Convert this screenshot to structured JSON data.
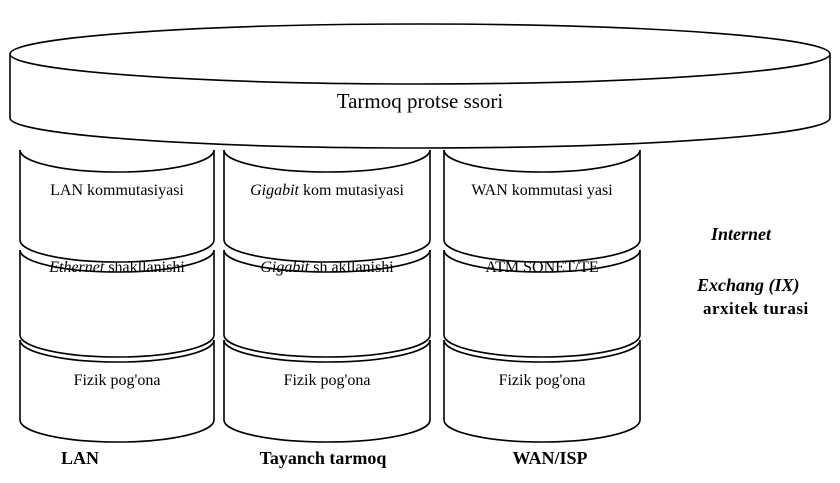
{
  "processor": {
    "label": "Tarmoq protse ssori"
  },
  "columns": [
    {
      "layers": [
        {
          "italic": "",
          "text": "LAN kommutasiyasi"
        },
        {
          "italic": "Ethernet",
          "text": " shakllanishi"
        },
        {
          "italic": "",
          "text": "Fizik pog'ona"
        }
      ],
      "title": "LAN"
    },
    {
      "layers": [
        {
          "italic": "Gigabit",
          "text": "  kom mutasiyasi"
        },
        {
          "italic": "Gigabit",
          "text": "  sh akllanishi"
        },
        {
          "italic": "",
          "text": "Fizik pog'ona"
        }
      ],
      "title": "Tayanch tarmoq"
    },
    {
      "layers": [
        {
          "italic": "",
          "text": "WAN kommutasi yasi"
        },
        {
          "italic": "",
          "text": "ATM SONET/TE"
        },
        {
          "italic": "",
          "text": "Fizik pog'ona"
        }
      ],
      "title": "WAN/ISP"
    }
  ],
  "side_label": {
    "line1": "Internet",
    "line2": "Exchang (IX)",
    "line3": "arxitek turasi"
  }
}
